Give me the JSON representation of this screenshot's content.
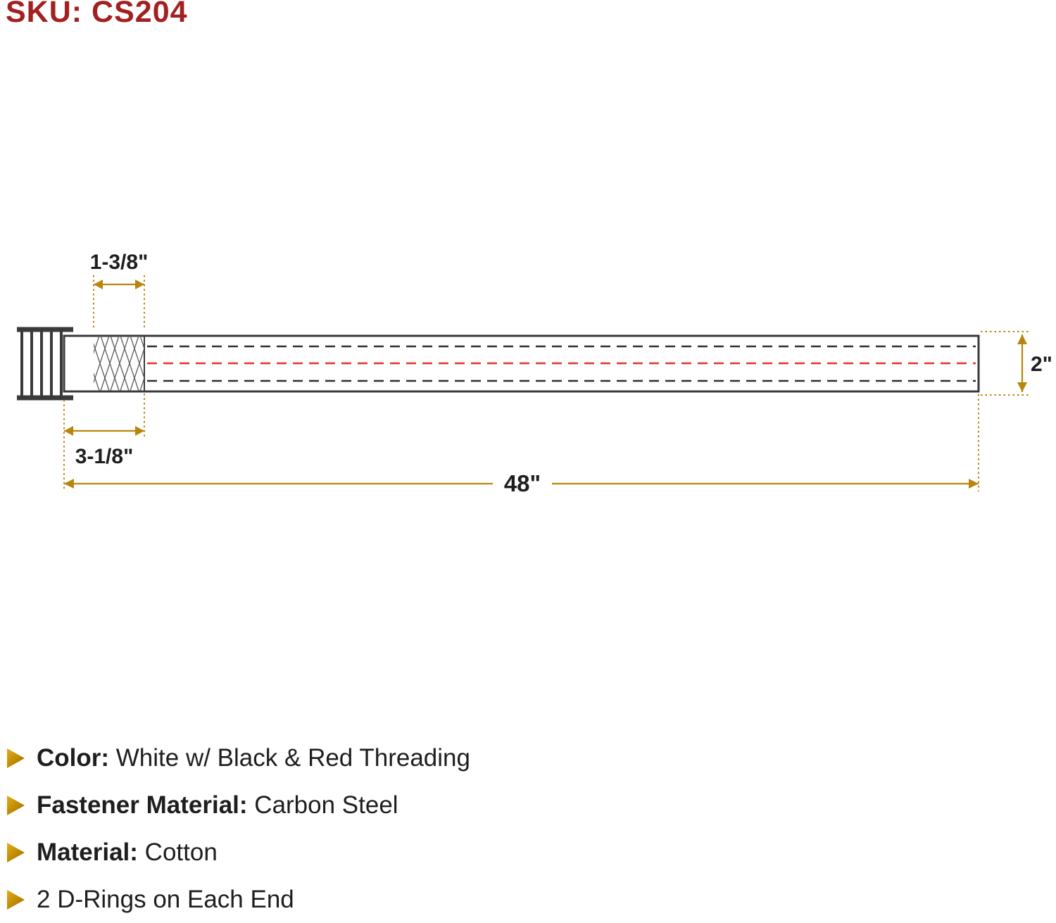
{
  "sku": "SKU: CS204",
  "dimensions": {
    "stitch_width": "1-3/8\"",
    "buckle_length": "3-1/8\"",
    "total_length": "48\"",
    "strap_height": "2\""
  },
  "specs": [
    {
      "label": "Color:",
      "value": " White w/ Black & Red Threading"
    },
    {
      "label": "Fastener Material:",
      "value": " Carbon Steel"
    },
    {
      "label": "Material:",
      "value": " Cotton"
    },
    {
      "label": "",
      "value": "2 D-Rings on Each End"
    }
  ],
  "colors": {
    "sku_red": "#A32020",
    "dimension_gold": "#B8860B",
    "thread_red": "#E03427",
    "line_dark": "#3A3A3A",
    "bullet_gold": "#C9970F"
  }
}
